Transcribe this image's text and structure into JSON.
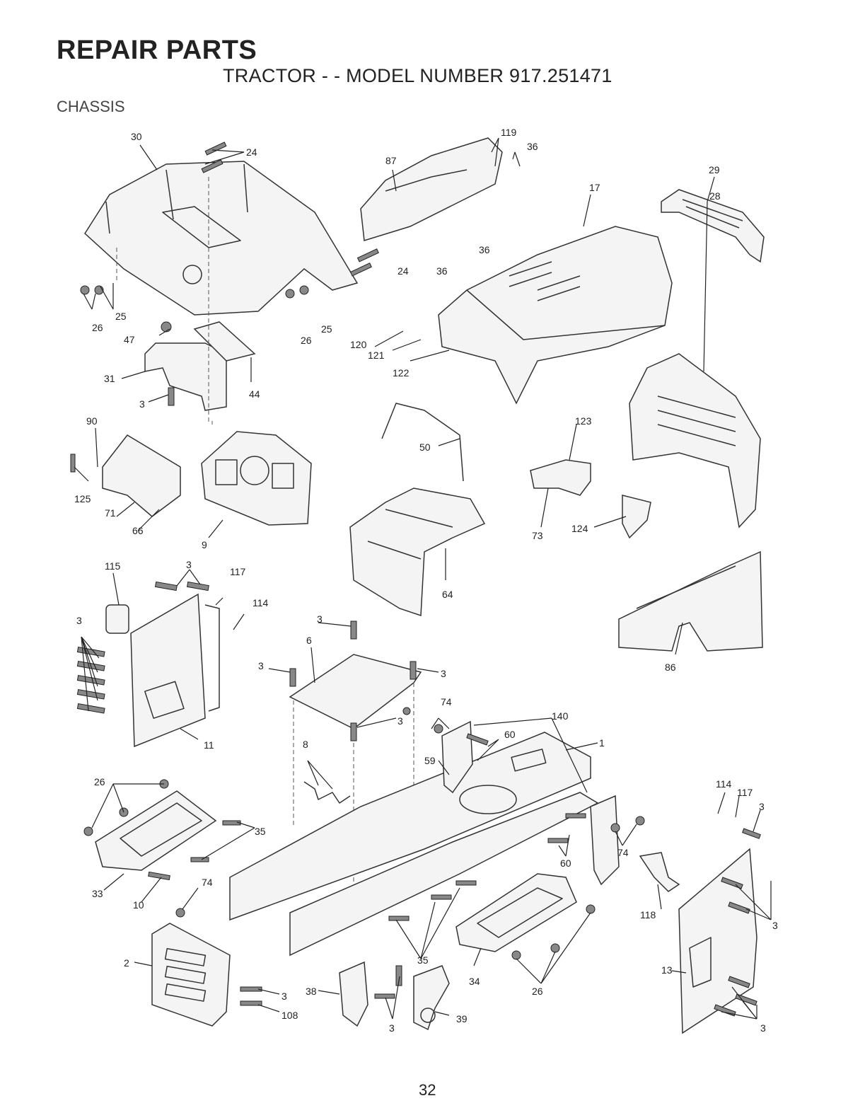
{
  "header": {
    "title": "REPAIR PARTS",
    "subtitle": "TRACTOR - - MODEL NUMBER 917.251471",
    "section": "CHASSIS"
  },
  "callouts": [
    "30",
    "24",
    "87",
    "119",
    "36",
    "29",
    "17",
    "25",
    "26",
    "47",
    "31",
    "3",
    "44",
    "120",
    "121",
    "122",
    "28",
    "90",
    "125",
    "71",
    "66",
    "9",
    "50",
    "123",
    "73",
    "124",
    "115",
    "117",
    "114",
    "64",
    "86",
    "6",
    "11",
    "8",
    "74",
    "140",
    "60",
    "59",
    "1",
    "26",
    "35",
    "33",
    "10",
    "2",
    "108",
    "38",
    "39",
    "34",
    "118",
    "13"
  ],
  "footer": {
    "page_number": "32"
  }
}
